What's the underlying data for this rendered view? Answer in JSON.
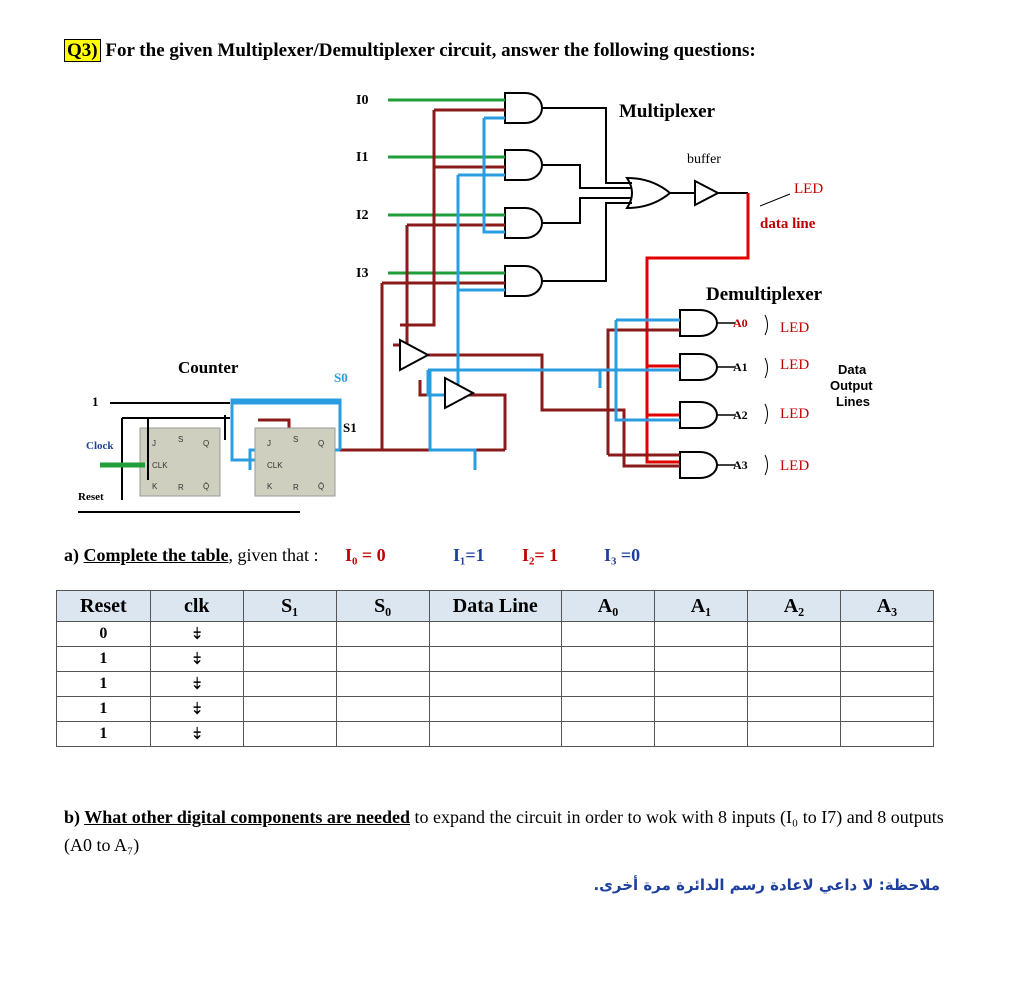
{
  "question": {
    "number": "Q3)",
    "text": "For the given Multiplexer/Demultiplexer circuit, answer the following questions:"
  },
  "circuit": {
    "labels": {
      "i0": "I0",
      "i1": "I1",
      "i2": "I2",
      "i3": "I3",
      "multiplexer": "Multiplexer",
      "buffer": "buffer",
      "led": "LED",
      "data_line": "data line",
      "demultiplexer": "Demultiplexer",
      "a0": "A0",
      "a1": "A1",
      "a2": "A2",
      "a3": "A3",
      "data_output_1": "Data",
      "data_output_2": "Output",
      "data_output_3": "Lines",
      "counter": "Counter",
      "s0": "S0",
      "s1": "S1",
      "one": "1",
      "clock": "Clock",
      "reset": "Reset",
      "ff_j": "J",
      "ff_clk": "CLK",
      "ff_k": "K",
      "ff_q": "Q",
      "ff_qbar": "Q̄",
      "ff_s": "S",
      "ff_r": "R"
    },
    "colors": {
      "green": "#1f9e3a",
      "red": "#c00000",
      "darkred": "#8b1a1a",
      "blue": "#2a9de0",
      "ff_fill": "#cfcfbf"
    }
  },
  "part_a": {
    "prefix": "a) ",
    "underlined": "Complete  the  table",
    "suffix": ", given that :",
    "given": {
      "i0": "I₀ = 0",
      "i1": "I₁=1",
      "i2": "I₂= 1",
      "i3": "I₃ =0"
    },
    "given_colors": {
      "i0": "#c00000",
      "i1": "#1f3f9f",
      "i2": "#c00000",
      "i3": "#1f3f9f"
    },
    "table": {
      "headers": [
        "Reset",
        "clk",
        "S₁",
        "S₀",
        "Data Line",
        "A₀",
        "A₁",
        "A₂",
        "A₃"
      ],
      "rows": [
        [
          "0",
          "⤈",
          "",
          "",
          "",
          "",
          "",
          "",
          ""
        ],
        [
          "1",
          "⤈",
          "",
          "",
          "",
          "",
          "",
          "",
          ""
        ],
        [
          "1",
          "⤈",
          "",
          "",
          "",
          "",
          "",
          "",
          ""
        ],
        [
          "1",
          "⤈",
          "",
          "",
          "",
          "",
          "",
          "",
          ""
        ],
        [
          "1",
          "⤈",
          "",
          "",
          "",
          "",
          "",
          "",
          ""
        ]
      ]
    }
  },
  "part_b": {
    "prefix": "b) ",
    "underlined": "What other digital components are needed",
    "rest": " to expand the circuit in order to wok with 8 inputs (I₀ to I7) and 8 outputs (A0 to A₇)"
  },
  "note": "ملاحظة: لا داعي لاعادة رسم الدائرة مرة أخرى."
}
